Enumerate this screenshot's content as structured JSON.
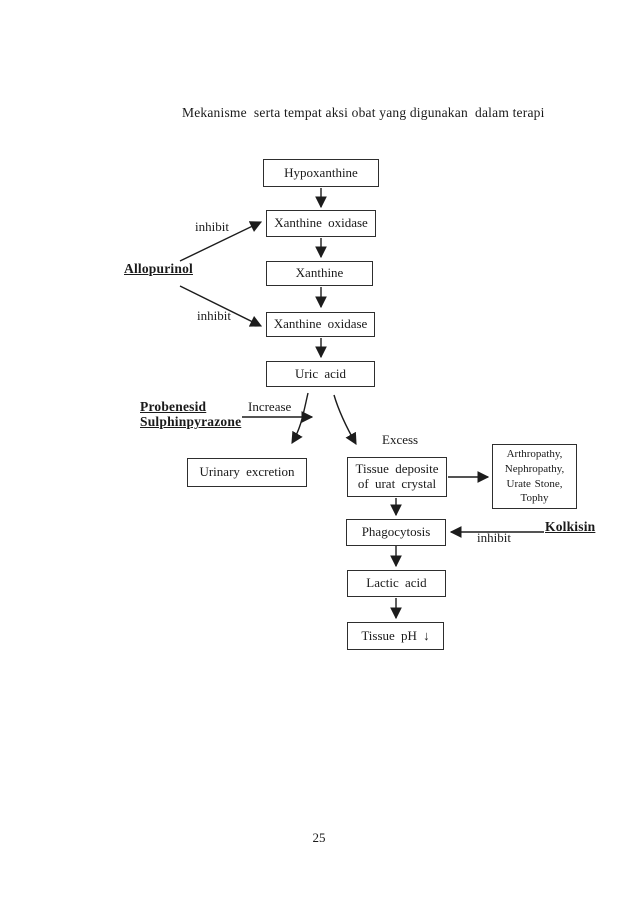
{
  "page": {
    "title": "Mekanisme  serta tempat aksi obat yang digunakan  dalam terapi",
    "page_number": "25"
  },
  "diagram": {
    "nodes": {
      "hypoxanthine": "Hypoxanthine",
      "xanthine_oxidase_1": "Xanthine oxidase",
      "xanthine": "Xanthine",
      "xanthine_oxidase_2": "Xanthine oxidase",
      "uric_acid": "Uric acid",
      "urinary_excretion": "Urinary excretion",
      "tissue_deposite_line1": "Tissue deposite",
      "tissue_deposite_line2": "of urat crystal",
      "arthropathy_1": "Arthropathy,",
      "arthropathy_2": "Nephropathy,",
      "arthropathy_3": "Urate Stone,",
      "arthropathy_4": "Tophy",
      "phagocytosis": "Phagocytosis",
      "lactic_acid": "Lactic acid",
      "tissue_ph": "Tissue pH ↓"
    },
    "labels": {
      "inhibit_1": "inhibit",
      "inhibit_2": "inhibit",
      "inhibit_3": "inhibit",
      "allopurinol": "Allopurinol",
      "probenesid": "Probenesid",
      "sulphinpyrazone": "Sulphinpyrazone",
      "increase": "Increase",
      "excess": "Excess",
      "kolkisin": "Kolkisin"
    },
    "colors": {
      "line": "#1c1c1c",
      "box_border": "#2e2e2e",
      "background": "#ffffff"
    }
  }
}
